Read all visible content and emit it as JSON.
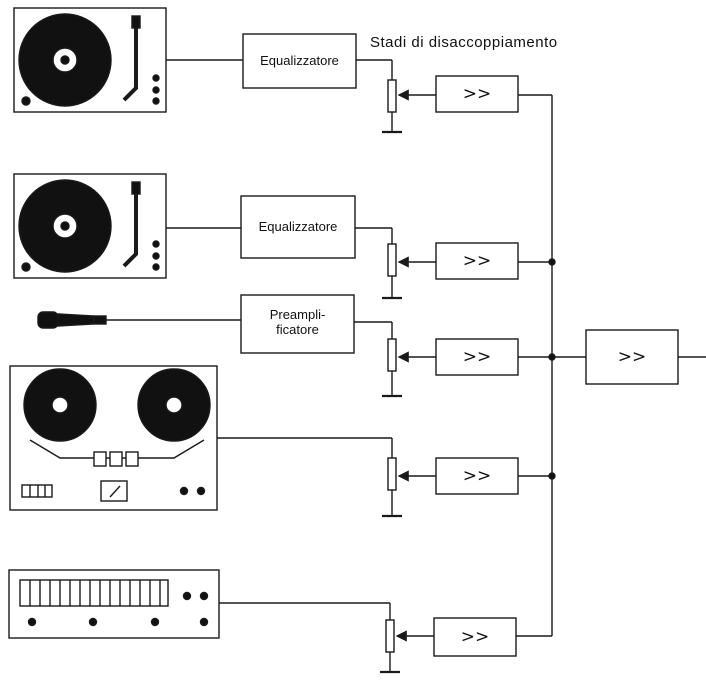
{
  "heading": "Stadi di disaccoppiamento",
  "sources": [
    {
      "name": "turntable-1",
      "icon": "turntable-icon",
      "stage": "Equalizzatore"
    },
    {
      "name": "turntable-2",
      "icon": "turntable-icon",
      "stage": "Equalizzatore"
    },
    {
      "name": "microphone",
      "icon": "microphone-icon",
      "stage": "Preampli-\nficatore"
    },
    {
      "name": "tape-recorder",
      "icon": "tape-recorder-icon",
      "stage": ""
    },
    {
      "name": "tuner",
      "icon": "tuner-icon",
      "stage": ""
    }
  ],
  "stage_labels": {
    "eq1": "Equalizzatore",
    "eq2": "Equalizzatore",
    "preamp_line1": "Preampli-",
    "preamp_line2": "ficatore"
  },
  "amplifier_symbol": ">>",
  "colors": {
    "line": "#1a1a1a",
    "fill_dark": "#111111",
    "paper": "#ffffff"
  }
}
